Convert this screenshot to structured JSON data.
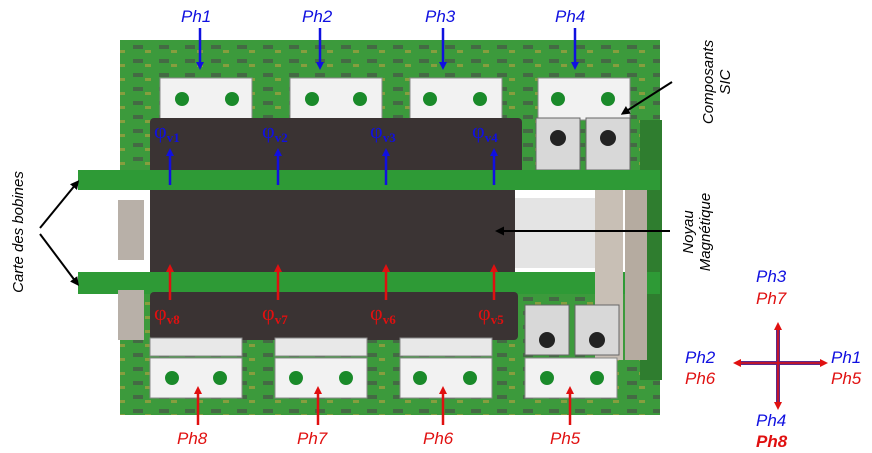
{
  "phases_top": [
    "Ph1",
    "Ph2",
    "Ph3",
    "Ph4"
  ],
  "phases_bottom": [
    "Ph8",
    "Ph7",
    "Ph6",
    "Ph5"
  ],
  "flux_top": [
    {
      "sym": "φ",
      "sub": "v1"
    },
    {
      "sym": "φ",
      "sub": "v2"
    },
    {
      "sym": "φ",
      "sub": "v3"
    },
    {
      "sym": "φ",
      "sub": "v4"
    }
  ],
  "flux_bottom": [
    {
      "sym": "φ",
      "sub": "v8"
    },
    {
      "sym": "φ",
      "sub": "v7"
    },
    {
      "sym": "φ",
      "sub": "v6"
    },
    {
      "sym": "φ",
      "sub": "v5"
    }
  ],
  "labels": {
    "components_line1": "Composants",
    "components_line2": "SIC",
    "core_line1": "Noyau",
    "core_line2": "Magnétique",
    "coil_board": "Carte des  bobines"
  },
  "compass": {
    "top": [
      "Ph3",
      "Ph7"
    ],
    "right": [
      "Ph1",
      "Ph5"
    ],
    "left": [
      "Ph2",
      "Ph6"
    ],
    "bottom": [
      "Ph4",
      "Ph8"
    ]
  },
  "colors": {
    "top_phases": "#1010e0",
    "bottom_phases": "#e01010",
    "pcb": "#2f8f33",
    "core": "#3a3333",
    "compass_line": "#5a2a8a"
  }
}
